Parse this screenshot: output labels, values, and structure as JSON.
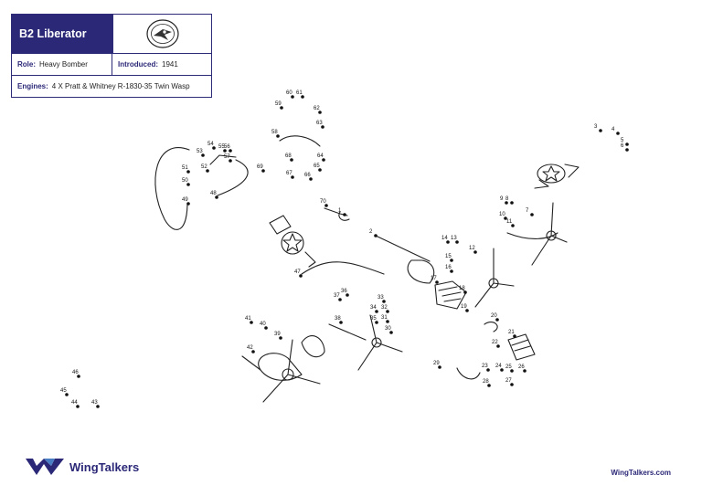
{
  "info_card": {
    "title": "B2 Liberator",
    "role_label": "Role:",
    "role_value": "Heavy Bomber",
    "introduced_label": "Introduced:",
    "introduced_value": "1941",
    "engines_label": "Engines:",
    "engines_value": "4 X Pratt & Whitney R-1830-35 Twin Wasp",
    "emblem_icon": "squadron-emblem-icon"
  },
  "brand": {
    "name": "WingTalkers",
    "url": "WingTalkers.com",
    "logo_icon": "wing-logo-icon",
    "color": "#2b2877"
  },
  "dot_numbers": [
    "1",
    "2",
    "3",
    "4",
    "5",
    "6",
    "7",
    "8",
    "9",
    "10",
    "11",
    "12",
    "13",
    "14",
    "15",
    "16",
    "17",
    "18",
    "19",
    "20",
    "21",
    "22",
    "23",
    "24",
    "25",
    "26",
    "27",
    "28",
    "29",
    "30",
    "31",
    "32",
    "33",
    "34",
    "35",
    "36",
    "37",
    "38",
    "39",
    "40",
    "41",
    "42",
    "43",
    "44",
    "45",
    "46",
    "47",
    "48",
    "49",
    "50",
    "51",
    "52",
    "53",
    "54",
    "55",
    "56",
    "57",
    "58",
    "59",
    "60",
    "61",
    "62",
    "63",
    "64",
    "65",
    "66",
    "67",
    "68",
    "69",
    "70"
  ]
}
